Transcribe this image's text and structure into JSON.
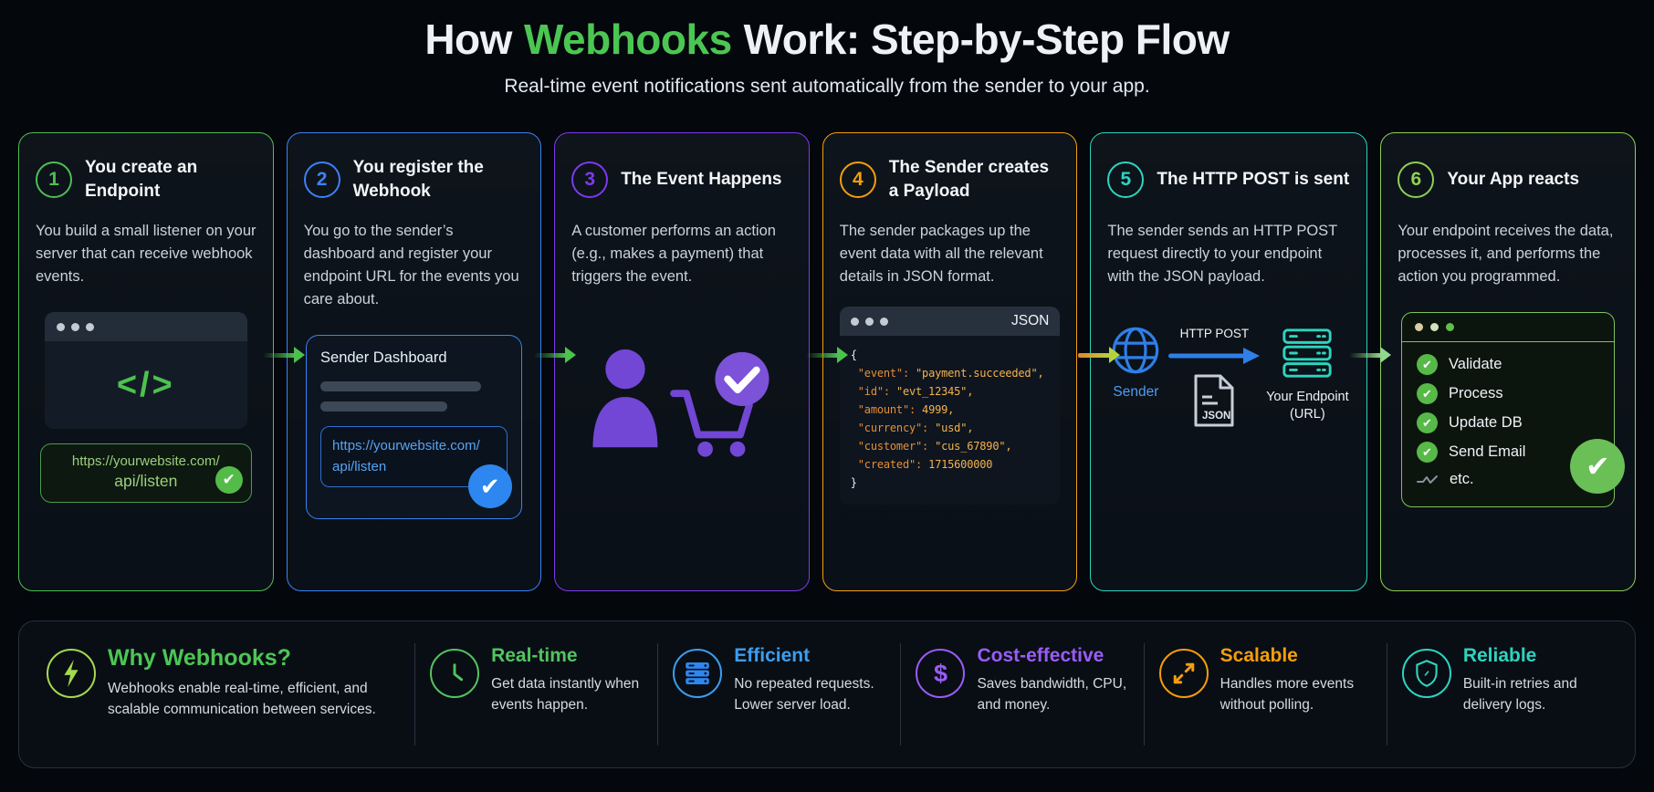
{
  "header": {
    "title_prefix": "How",
    "title_highlight": "Webhooks",
    "title_suffix": "Work: Step-by-Step Flow",
    "highlight_color": "#4cc653",
    "subtitle": "Real-time event notifications sent automatically from the sender to your app."
  },
  "steps": [
    {
      "number": "1",
      "accent": "#4fbe55",
      "title": "You create an Endpoint",
      "description": "You build a small listener on your server that can receive webhook events.",
      "code_glyph": "</>",
      "url_line1": "https://yourwebsite.com/",
      "url_line2": "api/listen"
    },
    {
      "number": "2",
      "accent": "#3b82f6",
      "title": "You register the Webhook",
      "description": "You go to the sender’s dashboard and register your endpoint URL for the events you care about.",
      "dashboard_title": "Sender Dashboard",
      "url_line1": "https://yourwebsite.com/",
      "url_line2": "api/listen"
    },
    {
      "number": "3",
      "accent": "#7c3aed",
      "title": "The Event Happens",
      "description": "A customer performs an action (e.g., makes a payment) that triggers the event."
    },
    {
      "number": "4",
      "accent": "#f59e0b",
      "title": "The Sender creates a Payload",
      "description": "The sender packages up the event data with all the relevant details in JSON format.",
      "window_label": "JSON",
      "code": {
        "open": "{",
        "close": "}",
        "lines": [
          {
            "k": "\"event\":",
            "v": "\"payment.succeeded\","
          },
          {
            "k": "\"id\":",
            "v": "\"evt_12345\","
          },
          {
            "k": "\"amount\":",
            "v": "4999,"
          },
          {
            "k": "\"currency\":",
            "v": "\"usd\","
          },
          {
            "k": "\"customer\":",
            "v": "\"cus_67890\","
          },
          {
            "k": "\"created\":",
            "v": "1715600000"
          }
        ]
      }
    },
    {
      "number": "5",
      "accent": "#2dd4bf",
      "title": "The HTTP POST is sent",
      "description": "The sender sends an HTTP POST request directly to your endpoint with the JSON payload.",
      "sender_label": "Sender",
      "arrow_label": "HTTP POST",
      "doc_label": "JSON",
      "endpoint_line1": "Your Endpoint",
      "endpoint_line2": "(URL)"
    },
    {
      "number": "6",
      "accent": "#8fcf54",
      "title": "Your App reacts",
      "description": "Your endpoint receives the data, processes it, and performs the action you programmed.",
      "checklist": [
        "Validate",
        "Process",
        "Update DB",
        "Send Email"
      ],
      "more_label": "etc."
    }
  ],
  "connectors": [
    {
      "color": "#4cc24e",
      "tail": "rgba(76,194,78,0)"
    },
    {
      "color": "#4cc24e",
      "tail": "rgba(76,194,78,0)"
    },
    {
      "color": "#4cc24e",
      "tail": "rgba(76,194,78,0)"
    },
    {
      "color": "#b5d23c",
      "tail": "#e0862c"
    },
    {
      "color": "#8fd98a",
      "tail": "rgba(143,217,138,0)"
    }
  ],
  "benefits": [
    {
      "icon": "lightning-icon",
      "color": "#4cc653",
      "ring": "#a5d94e",
      "title": "Why Webhooks?",
      "description": "Webhooks enable real-time, efficient, and scalable communication between services."
    },
    {
      "icon": "clock-icon",
      "color": "#52c45e",
      "ring": "#52c45e",
      "title": "Real-time",
      "description": "Get data instantly when events happen."
    },
    {
      "icon": "server-icon",
      "color": "#3b9ef0",
      "ring": "#3b9ef0",
      "title": "Efficient",
      "description": "No repeated requests. Lower server load."
    },
    {
      "icon": "dollar-icon",
      "color": "#9a5cf5",
      "ring": "#9a5cf5",
      "title": "Cost-effective",
      "description": "Saves bandwidth, CPU, and money."
    },
    {
      "icon": "scale-arrows-icon",
      "color": "#f59e0b",
      "ring": "#f59e0b",
      "title": "Scalable",
      "description": "Handles more events without polling."
    },
    {
      "icon": "shield-icon",
      "color": "#2dd4bf",
      "ring": "#2dd4bf",
      "title": "Reliable",
      "description": "Built-in retries and delivery logs."
    }
  ]
}
